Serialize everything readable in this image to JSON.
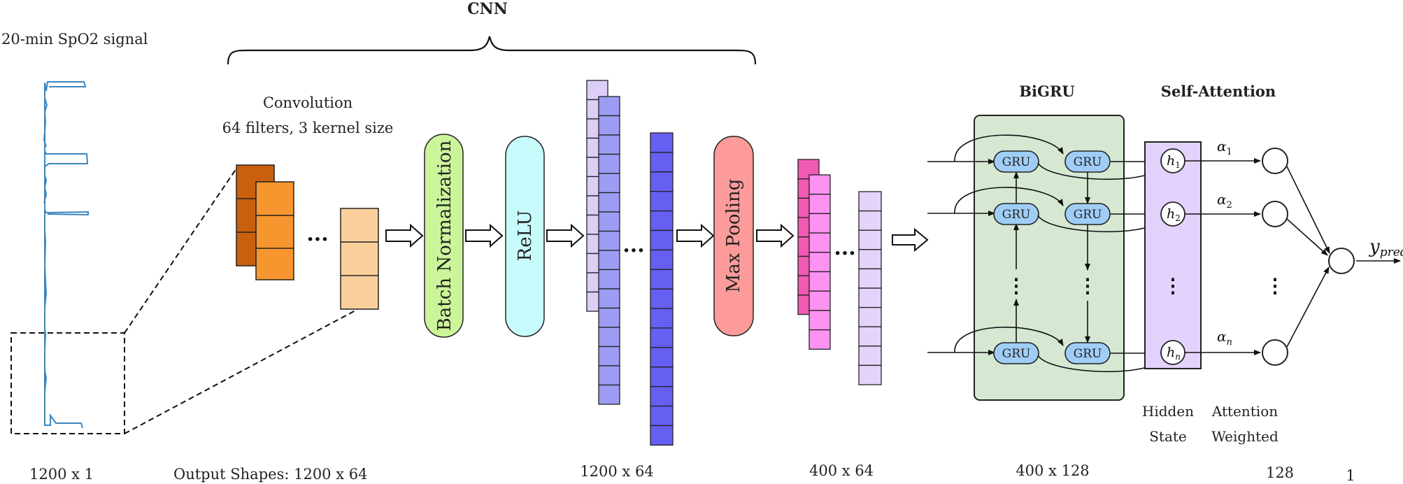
{
  "title": "CNN",
  "input": {
    "label": "20-min SpO2 signal",
    "shape": "1200 x 1"
  },
  "conv": {
    "line1": "Convolution",
    "line2": "64 filters, 3 kernel size",
    "shape": "Output Shapes:  1200 x 64"
  },
  "layers": {
    "batch_norm": "Batch Normalization",
    "relu": "ReLU",
    "max_pool": "Max Pooling"
  },
  "shapes": {
    "after_relu": "1200 x 64",
    "after_pool": "400 x 64",
    "bigru": "400 x 128",
    "attn": "128",
    "out": "1"
  },
  "bigru": {
    "title": "BiGRU",
    "cell": "GRU"
  },
  "attention": {
    "title": "Self-Attention",
    "hidden_line1": "Hidden",
    "hidden_line2": "State",
    "weighted_line1": "Attention",
    "weighted_line2": "Weighted",
    "h_base": "h",
    "h_subs": [
      "1",
      "2",
      "n"
    ],
    "alpha_base": "α",
    "alpha_subs": [
      "1",
      "2",
      "n"
    ]
  },
  "output": {
    "base": "y",
    "sub": "pred"
  },
  "ellipsis": "···",
  "vdots": "⋮",
  "colors": {
    "signal": "#3c86c0",
    "conv_dark": "#c8600e",
    "conv_light": "#f7962e",
    "conv_pale": "#fbcf9c",
    "bn": "#ccf59a",
    "relu": "#c8fbfb",
    "maxpool": "#fd9b9b",
    "relu_light": "#dccef7",
    "relu_mid": "#9d9cf2",
    "relu_dark": "#6560f2",
    "pool_dark": "#f15ab2",
    "pool_mid": "#fd93f1",
    "pool_light": "#e4d3fa",
    "bigru_bg": "#d6e8d2",
    "gru": "#9fcdf5",
    "attn_bg": "#e3d2fb"
  }
}
